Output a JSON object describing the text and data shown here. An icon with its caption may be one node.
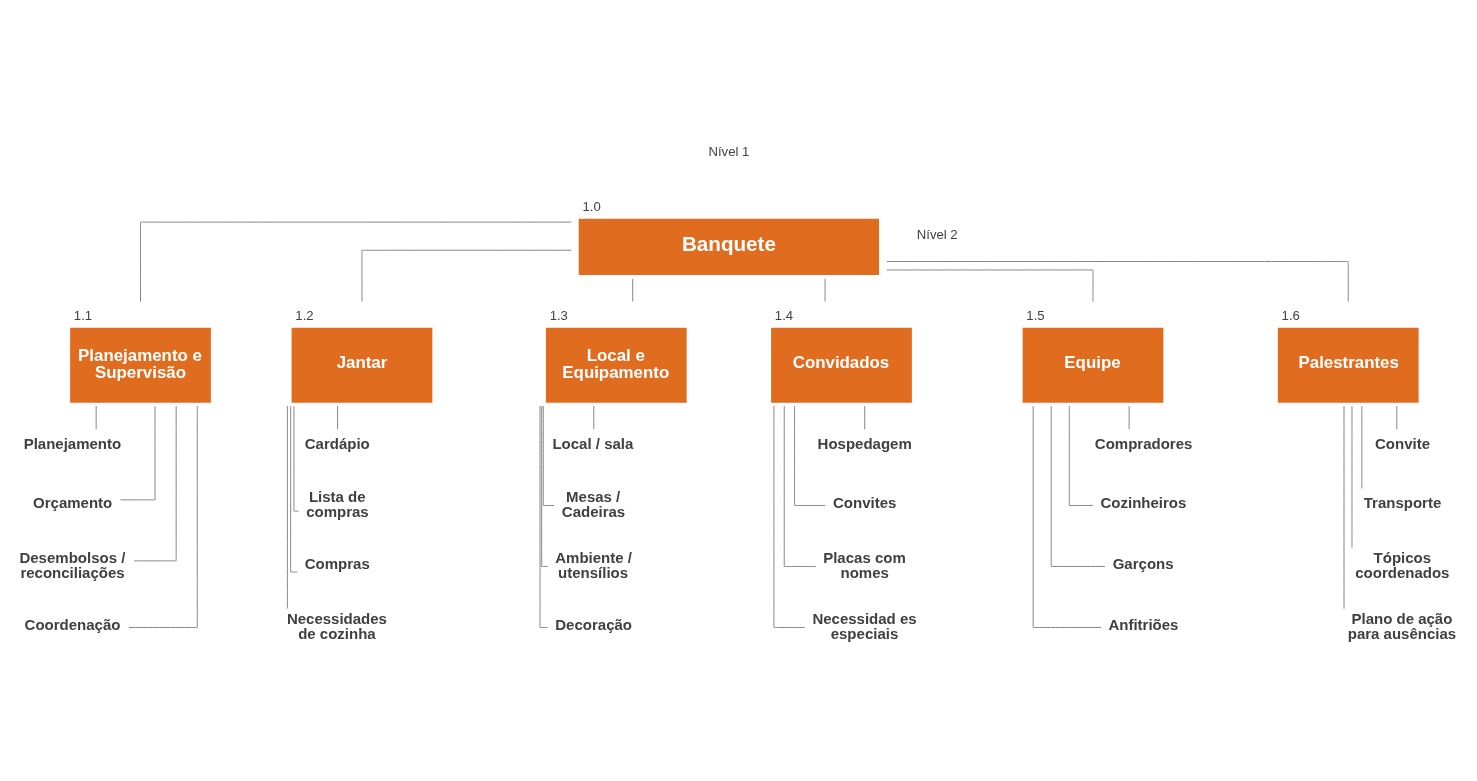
{
  "diagram": {
    "nodes": [
      {
        "text": [
          "Banquete"
        ],
        "beside": [
          "1.0"
        ]
      },
      {
        "text": [
          "Planejamento e Supervisão"
        ],
        "beside": [
          "1.1"
        ]
      },
      {
        "text": [
          "Jantar"
        ],
        "beside": [
          "1.2"
        ]
      },
      {
        "text": [
          "Local e Equipamento"
        ],
        "beside": [
          "1.3"
        ]
      },
      {
        "text": [
          "Convidados"
        ],
        "beside": [
          "1.4"
        ]
      },
      {
        "text": [
          "Equipe"
        ],
        "beside": [
          "1.5"
        ]
      },
      {
        "text": [
          "Palestrantes"
        ],
        "beside": [
          "1.6"
        ]
      },
      {
        "text": [
          "Planejamento"
        ]
      },
      {
        "text": [
          "Orçamento"
        ]
      },
      {
        "text": [
          "Desembolsos / reconciliações"
        ]
      },
      {
        "text": [
          "Coordenação"
        ]
      },
      {
        "text": [
          "Cardápio"
        ]
      },
      {
        "text": [
          "Lista de compras"
        ]
      },
      {
        "text": [
          "Compras"
        ]
      },
      {
        "text": [
          "Necessidades de cozinha"
        ]
      },
      {
        "text": [
          "Local / sala"
        ]
      },
      {
        "text": [
          "Mesas / Cadeiras"
        ]
      },
      {
        "text": [
          "Ambiente / utensílios"
        ]
      },
      {
        "text": [
          "Decoração"
        ]
      },
      {
        "text": [
          "Hospedagem"
        ]
      },
      {
        "text": [
          "Convites"
        ]
      },
      {
        "text": [
          "Placas com nomes"
        ]
      },
      {
        "text": [
          "Necessidad es especiais"
        ]
      },
      {
        "text": [
          "Compradores"
        ]
      },
      {
        "text": [
          "Cozinheiros"
        ]
      },
      {
        "text": [
          "Garçons"
        ]
      },
      {
        "text": [
          "Anfitriões"
        ]
      },
      {
        "text": [
          "Convite"
        ]
      },
      {
        "text": [
          "Transporte"
        ]
      },
      {
        "text": [
          "Tópicos coordenados"
        ]
      },
      {
        "text": [
          "Plano de ação para ausências"
        ]
      }
    ],
    "edges": [
      {
        "from": 0,
        "to": 1,
        "arrow": "none"
      },
      {
        "from": 0,
        "to": 2,
        "arrow": "none"
      },
      {
        "from": 0,
        "to": 3,
        "arrow": "none"
      },
      {
        "from": 0,
        "to": 4,
        "arrow": "none"
      },
      {
        "from": 0,
        "to": 5,
        "arrow": "none"
      },
      {
        "from": 0,
        "to": 6,
        "arrow": "none"
      },
      {
        "from": 1,
        "to": 7,
        "arrow": "none"
      },
      {
        "from": 1,
        "to": 8,
        "arrow": "none"
      },
      {
        "from": 1,
        "to": 9,
        "arrow": "none"
      },
      {
        "from": 1,
        "to": 10,
        "arrow": "none"
      },
      {
        "from": 2,
        "to": 11,
        "arrow": "none"
      },
      {
        "from": 2,
        "to": 12,
        "arrow": "none"
      },
      {
        "from": 2,
        "to": 13,
        "arrow": "none"
      },
      {
        "from": 2,
        "to": 14,
        "arrow": "none"
      },
      {
        "from": 3,
        "to": 15,
        "arrow": "none"
      },
      {
        "from": 3,
        "to": 16,
        "arrow": "none"
      },
      {
        "from": 3,
        "to": 17,
        "arrow": "none"
      },
      {
        "from": 3,
        "to": 18,
        "arrow": "none"
      },
      {
        "from": 4,
        "to": 19,
        "arrow": "none"
      },
      {
        "from": 4,
        "to": 20,
        "arrow": "none"
      },
      {
        "from": 4,
        "to": 21,
        "arrow": "none"
      },
      {
        "from": 4,
        "to": 22,
        "arrow": "none"
      },
      {
        "from": 5,
        "to": 23,
        "arrow": "none"
      },
      {
        "from": 5,
        "to": 24,
        "arrow": "none"
      },
      {
        "from": 5,
        "to": 25,
        "arrow": "none"
      },
      {
        "from": 5,
        "to": 26,
        "arrow": "none"
      },
      {
        "from": 6,
        "to": 27,
        "arrow": "none"
      },
      {
        "from": 6,
        "to": 28,
        "arrow": "none"
      },
      {
        "from": 6,
        "to": 29,
        "arrow": "none"
      },
      {
        "from": 6,
        "to": 30,
        "arrow": "none"
      }
    ],
    "labels": [
      "Nível 1",
      "Nível 2"
    ]
  }
}
